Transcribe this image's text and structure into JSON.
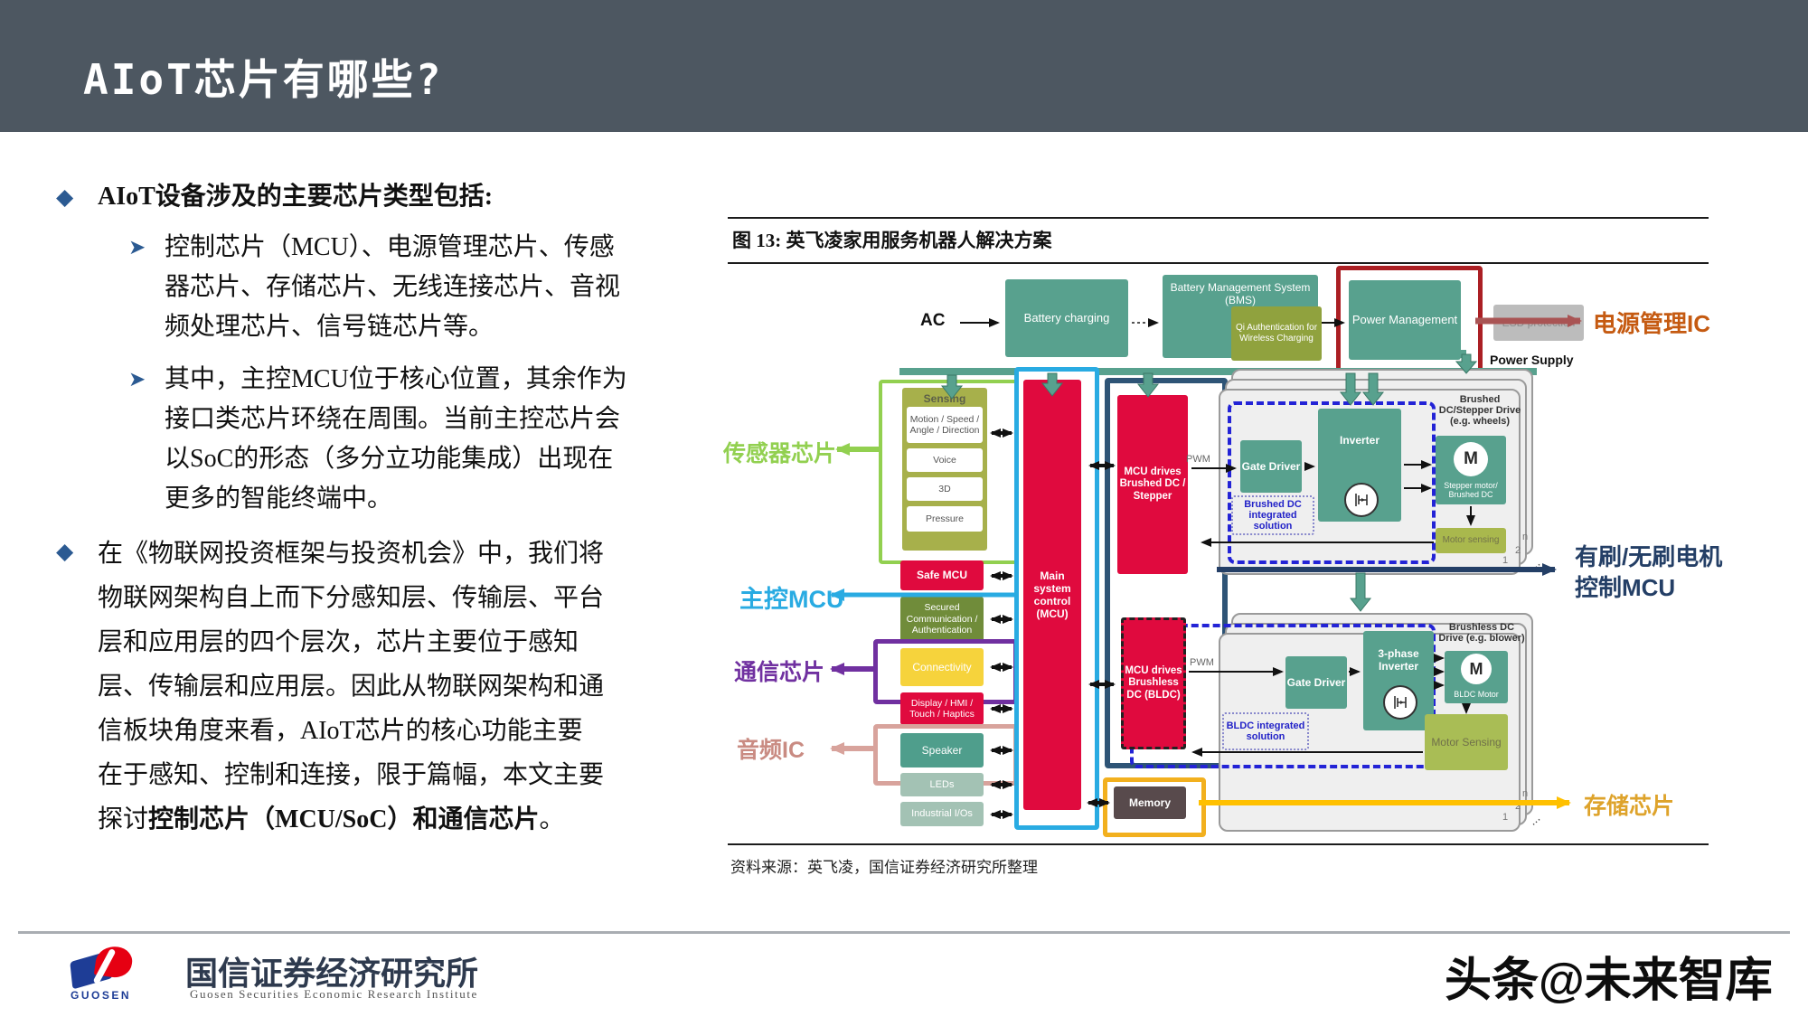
{
  "header": {
    "title": "AIoT芯片有哪些?"
  },
  "content": {
    "bullet1": "AIoT设备涉及的主要芯片类型包括:",
    "sub1": "控制芯片（MCU）、电源管理芯片、传感器芯片、存储芯片、无线连接芯片、音视频处理芯片、信号链芯片等。",
    "sub2": "其中，主控MCU位于核心位置，其余作为接口类芯片环绕在周围。当前主控芯片会以SoC的形态（多分立功能集成）出现在更多的智能终端中。",
    "bullet2_pre": "在《物联网投资框架与投资机会》中，我们将物联网架构自上而下分感知层、传输层、平台层和应用层的四个层次，芯片主要位于感知层、传输层和应用层。因此从物联网架构和通信板块角度来看，AIoT芯片的核心功能主要在于感知、控制和连接，限于篇幅，本文主要探讨",
    "bullet2_bold": "控制芯片（MCU/SoC）和通信芯片",
    "bullet2_post": "。"
  },
  "figure": {
    "title": "图 13: 英飞凌家用服务机器人解决方案",
    "source": "资料来源：英飞凌，国信证券经济研究所整理",
    "nodes": {
      "ac": "AC",
      "battery_charging": "Battery charging",
      "bms": "Battery Management System (BMS)",
      "qi_auth": "Qi Authentication for Wireless Charging",
      "power_management": "Power Management",
      "esd_protection": "ESD protection",
      "power_supply": "Power Supply",
      "sensing": "Sensing",
      "sensor_items": [
        "Motion / Speed / Angle / Direction",
        "Voice",
        "3D",
        "Pressure"
      ],
      "safe_mcu": "Safe MCU",
      "secured_comm": "Secured Communication / Authentication",
      "connectivity": "Connectivity",
      "display_hmi": "Display / HMI / Touch / Haptics",
      "speaker": "Speaker",
      "leds": "LEDs",
      "industrial_ios": "Industrial I/Os",
      "main_mcu": "Main system control (MCU)",
      "mcu_brushed": "MCU drives Brushed DC / Stepper",
      "mcu_bldc": "MCU drives Brushless DC (BLDC)",
      "memory": "Memory",
      "pwm": "PWM",
      "motor_letter": "M"
    },
    "panel_brushed": {
      "title": "Brushed DC/Stepper Drive (e.g. wheels)",
      "gate_driver": "Gate Driver",
      "inverter": "Inverter",
      "motor": "Stepper motor/ Brushed DC",
      "motor_sensing": "Motor sensing",
      "solution": "Brushed DC integrated solution"
    },
    "panel_bldc": {
      "title": "Brushless DC Drive (e.g. blower)",
      "gate_driver": "Gate Driver",
      "inverter": "3-phase Inverter",
      "motor": "BLDC Motor",
      "motor_sensing": "Motor Sensing",
      "solution": "BLDC integrated solution"
    },
    "stack_numbers": {
      "one": "1",
      "two": "2",
      "n": "n",
      "dots": "..."
    },
    "callouts": {
      "power_ic": "电源管理IC",
      "sensor": "传感器芯片",
      "main_mcu": "主控MCU",
      "comm": "通信芯片",
      "audio": "音频IC",
      "motor_line1": "有刷/无刷电机",
      "motor_line2": "控制MCU",
      "memory": "存储芯片"
    },
    "colors": {
      "teal": "#58a18e",
      "crimson": "#e00a3e",
      "olive": "#90a23e",
      "cyan": "#29abe2",
      "purple": "#7030a0",
      "green": "#92d050",
      "salmon": "#d8a39c",
      "navy": "#243f66",
      "orange": "#c55a11",
      "yellow": "#ffc000",
      "red_outline": "#ab1f24"
    }
  },
  "footer": {
    "logo_text": "GUOSEN",
    "org_cn": "国信证券经济研究所",
    "org_en": "Guosen Securities Economic Research Institute",
    "watermark": "头条@未来智库"
  }
}
